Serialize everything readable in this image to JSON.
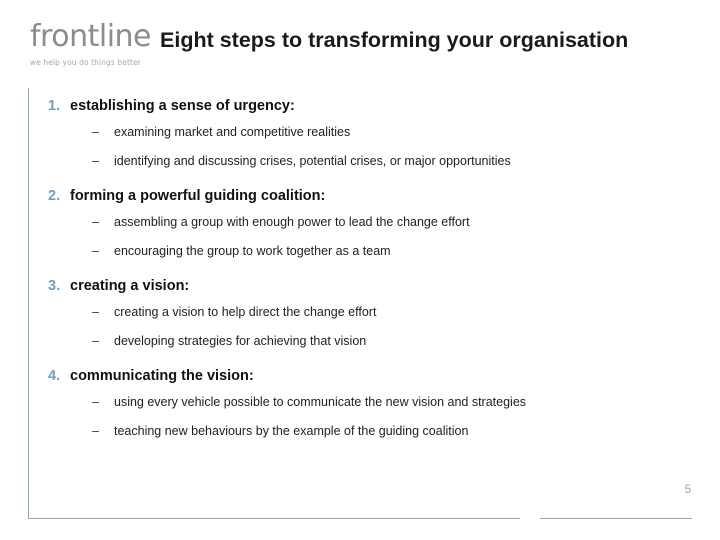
{
  "logo": {
    "wordmark": "frontline",
    "tagline": "we help you do things better"
  },
  "header": {
    "title": "Eight steps to transforming your organisation"
  },
  "footer": {
    "page_number": "5"
  },
  "colors": {
    "accent_blue": "#6f9ec4",
    "rule_blue": "#8fa9bf",
    "logo_grey": "#8c8c8c"
  },
  "steps": [
    {
      "number": "1.",
      "title": "establishing a sense of urgency:",
      "dash": "–",
      "items": [
        "examining market and competitive realities",
        "identifying and discussing crises, potential crises, or major opportunities"
      ]
    },
    {
      "number": "2.",
      "title": "forming a powerful guiding coalition:",
      "dash": "–",
      "items": [
        "assembling a group with enough power to lead the change effort",
        "encouraging the group to work together as a team"
      ]
    },
    {
      "number": "3.",
      "title": "creating a vision:",
      "dash": "–",
      "items": [
        "creating a vision to help direct the change effort",
        "developing strategies for achieving that vision"
      ]
    },
    {
      "number": "4.",
      "title": "communicating the vision:",
      "dash": "–",
      "items": [
        "using every vehicle possible to communicate the new vision and strategies",
        "teaching new behaviours by the example of the guiding coalition"
      ]
    }
  ]
}
